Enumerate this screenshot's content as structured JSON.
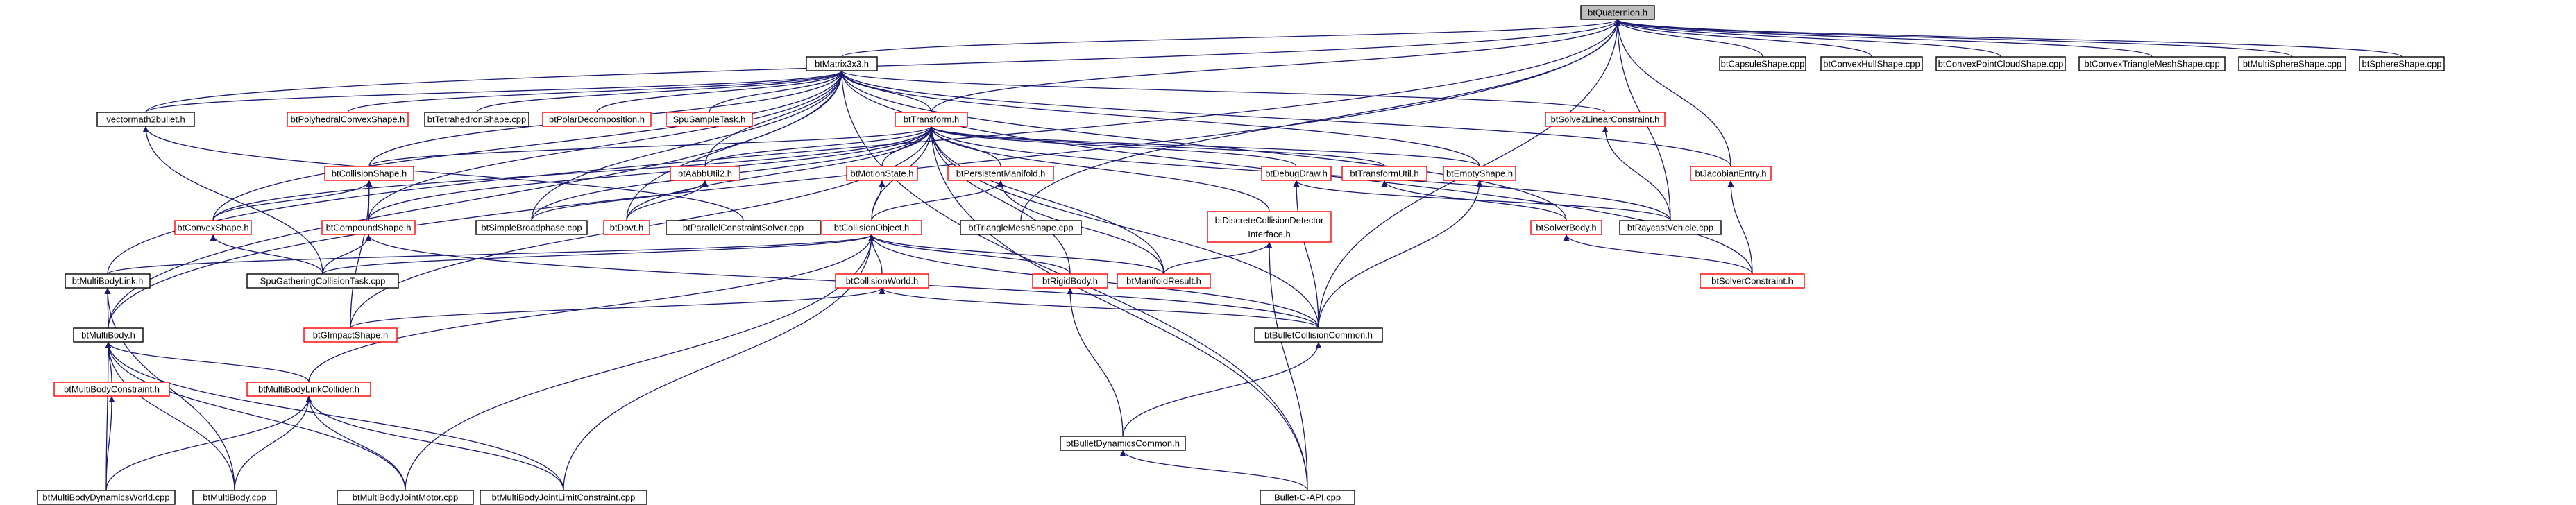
{
  "colors": {
    "normal_border": "#000000",
    "red_border": "#ff0000",
    "root_fill": "#bfbfbf",
    "edge": "#191970"
  },
  "nodes": [
    {
      "id": "btQuaternion",
      "label": "btQuaternion.h",
      "style": "root"
    },
    {
      "id": "btMatrix3x3",
      "label": "btMatrix3x3.h",
      "style": "normal"
    },
    {
      "id": "btCapsuleShape",
      "label": "btCapsuleShape.cpp",
      "style": "normal"
    },
    {
      "id": "btConvexHullShape",
      "label": "btConvexHullShape.cpp",
      "style": "normal"
    },
    {
      "id": "btConvexPointCloudShape",
      "label": "btConvexPointCloudShape.cpp",
      "style": "normal"
    },
    {
      "id": "btConvexTriangleMeshShape",
      "label": "btConvexTriangleMeshShape.cpp",
      "style": "normal"
    },
    {
      "id": "btMultiSphereShape",
      "label": "btMultiSphereShape.cpp",
      "style": "normal"
    },
    {
      "id": "btSphereShape",
      "label": "btSphereShape.cpp",
      "style": "normal"
    },
    {
      "id": "vectormath2bullet",
      "label": "vectormath2bullet.h",
      "style": "normal"
    },
    {
      "id": "btPolyhedralConvexShape",
      "label": "btPolyhedralConvexShape.h",
      "style": "red"
    },
    {
      "id": "btTetrahedronShape",
      "label": "btTetrahedronShape.cpp",
      "style": "normal"
    },
    {
      "id": "btPolarDecomposition",
      "label": "btPolarDecomposition.h",
      "style": "red"
    },
    {
      "id": "SpuSampleTask",
      "label": "SpuSampleTask.h",
      "style": "red"
    },
    {
      "id": "btTransform",
      "label": "btTransform.h",
      "style": "red"
    },
    {
      "id": "btSolve2LinearConstraint",
      "label": "btSolve2LinearConstraint.h",
      "style": "red"
    },
    {
      "id": "btCollisionShape",
      "label": "btCollisionShape.h",
      "style": "red"
    },
    {
      "id": "btAabbUtil2",
      "label": "btAabbUtil2.h",
      "style": "red"
    },
    {
      "id": "btMotionState",
      "label": "btMotionState.h",
      "style": "red"
    },
    {
      "id": "btPersistentManifold",
      "label": "btPersistentManifold.h",
      "style": "red"
    },
    {
      "id": "btDebugDraw",
      "label": "btDebugDraw.h",
      "style": "red"
    },
    {
      "id": "btTransformUtil",
      "label": "btTransformUtil.h",
      "style": "red"
    },
    {
      "id": "btEmptyShape",
      "label": "btEmptyShape.h",
      "style": "red"
    },
    {
      "id": "btJacobianEntry",
      "label": "btJacobianEntry.h",
      "style": "red"
    },
    {
      "id": "btConvexShape",
      "label": "btConvexShape.h",
      "style": "red"
    },
    {
      "id": "btCompoundShape",
      "label": "btCompoundShape.h",
      "style": "red"
    },
    {
      "id": "btSimpleBroadphase",
      "label": "btSimpleBroadphase.cpp",
      "style": "normal"
    },
    {
      "id": "btDbvt",
      "label": "btDbvt.h",
      "style": "red"
    },
    {
      "id": "btParallelConstraintSolver",
      "label": "btParallelConstraintSolver.cpp",
      "style": "normal"
    },
    {
      "id": "btCollisionObject",
      "label": "btCollisionObject.h",
      "style": "red"
    },
    {
      "id": "btTriangleMeshShape",
      "label": "btTriangleMeshShape.cpp",
      "style": "normal"
    },
    {
      "id": "btDiscreteCollisionDetectorInterface",
      "label": "btDiscreteCollisionDetector",
      "label2": "Interface.h",
      "style": "red"
    },
    {
      "id": "btSolverBody",
      "label": "btSolverBody.h",
      "style": "red"
    },
    {
      "id": "btRaycastVehicle",
      "label": "btRaycastVehicle.cpp",
      "style": "normal"
    },
    {
      "id": "btMultiBodyLink",
      "label": "btMultiBodyLink.h",
      "style": "normal"
    },
    {
      "id": "SpuGatheringCollisionTask",
      "label": "SpuGatheringCollisionTask.cpp",
      "style": "normal"
    },
    {
      "id": "btCollisionWorld",
      "label": "btCollisionWorld.h",
      "style": "red"
    },
    {
      "id": "btRigidBody",
      "label": "btRigidBody.h",
      "style": "red"
    },
    {
      "id": "btManifoldResult",
      "label": "btManifoldResult.h",
      "style": "red"
    },
    {
      "id": "btSolverConstraint",
      "label": "btSolverConstraint.h",
      "style": "red"
    },
    {
      "id": "btMultiBody",
      "label": "btMultiBody.h",
      "style": "normal"
    },
    {
      "id": "btGImpactShape",
      "label": "btGImpactShape.h",
      "style": "red"
    },
    {
      "id": "btBulletCollisionCommon",
      "label": "btBulletCollisionCommon.h",
      "style": "normal"
    },
    {
      "id": "btMultiBodyConstraint",
      "label": "btMultiBodyConstraint.h",
      "style": "red"
    },
    {
      "id": "btMultiBodyLinkCollider",
      "label": "btMultiBodyLinkCollider.h",
      "style": "red"
    },
    {
      "id": "btBulletDynamicsCommon",
      "label": "btBulletDynamicsCommon.h",
      "style": "normal"
    },
    {
      "id": "btMultiBodyDynamicsWorld",
      "label": "btMultiBodyDynamicsWorld.cpp",
      "style": "normal"
    },
    {
      "id": "btMultiBodyCpp",
      "label": "btMultiBody.cpp",
      "style": "normal"
    },
    {
      "id": "btMultiBodyJointMotor",
      "label": "btMultiBodyJointMotor.cpp",
      "style": "normal"
    },
    {
      "id": "btMultiBodyJointLimitConstraint",
      "label": "btMultiBodyJointLimitConstraint.cpp",
      "style": "normal"
    },
    {
      "id": "BulletCAPI",
      "label": "Bullet-C-API.cpp",
      "style": "normal"
    }
  ],
  "edges": [
    [
      "btMatrix3x3",
      "btQuaternion"
    ],
    [
      "btCapsuleShape",
      "btQuaternion"
    ],
    [
      "btConvexHullShape",
      "btQuaternion"
    ],
    [
      "btConvexPointCloudShape",
      "btQuaternion"
    ],
    [
      "btConvexTriangleMeshShape",
      "btQuaternion"
    ],
    [
      "btMultiSphereShape",
      "btQuaternion"
    ],
    [
      "btSphereShape",
      "btQuaternion"
    ],
    [
      "vectormath2bullet",
      "btQuaternion"
    ],
    [
      "btTransform",
      "btQuaternion"
    ],
    [
      "btRaycastVehicle",
      "btQuaternion"
    ],
    [
      "btJacobianEntry",
      "btQuaternion"
    ],
    [
      "btBulletCollisionCommon",
      "btQuaternion"
    ],
    [
      "btMultiBody",
      "btQuaternion"
    ],
    [
      "btMultiBodyLink",
      "btQuaternion"
    ],
    [
      "btTriangleMeshShape",
      "btQuaternion"
    ],
    [
      "btTransform",
      "btMatrix3x3"
    ],
    [
      "vectormath2bullet",
      "btMatrix3x3"
    ],
    [
      "btPolyhedralConvexShape",
      "btMatrix3x3"
    ],
    [
      "btTetrahedronShape",
      "btMatrix3x3"
    ],
    [
      "btPolarDecomposition",
      "btMatrix3x3"
    ],
    [
      "SpuSampleTask",
      "btMatrix3x3"
    ],
    [
      "btSolve2LinearConstraint",
      "btMatrix3x3"
    ],
    [
      "btCollisionShape",
      "btMatrix3x3"
    ],
    [
      "btAabbUtil2",
      "btMatrix3x3"
    ],
    [
      "btEmptyShape",
      "btMatrix3x3"
    ],
    [
      "btJacobianEntry",
      "btMatrix3x3"
    ],
    [
      "btConvexShape",
      "btMatrix3x3"
    ],
    [
      "btCompoundShape",
      "btMatrix3x3"
    ],
    [
      "btSimpleBroadphase",
      "btMatrix3x3"
    ],
    [
      "btDbvt",
      "btMatrix3x3"
    ],
    [
      "btSolverBody",
      "btMatrix3x3"
    ],
    [
      "btSolverConstraint",
      "btMatrix3x3"
    ],
    [
      "btMultiBody",
      "btMatrix3x3"
    ],
    [
      "BulletCAPI",
      "btMatrix3x3"
    ],
    [
      "btCollisionShape",
      "btTransform"
    ],
    [
      "btAabbUtil2",
      "btTransform"
    ],
    [
      "btMotionState",
      "btTransform"
    ],
    [
      "btPersistentManifold",
      "btTransform"
    ],
    [
      "btDebugDraw",
      "btTransform"
    ],
    [
      "btTransformUtil",
      "btTransform"
    ],
    [
      "btEmptyShape",
      "btTransform"
    ],
    [
      "btConvexShape",
      "btTransform"
    ],
    [
      "btCompoundShape",
      "btTransform"
    ],
    [
      "btSimpleBroadphase",
      "btTransform"
    ],
    [
      "btDbvt",
      "btTransform"
    ],
    [
      "btCollisionObject",
      "btTransform"
    ],
    [
      "btDiscreteCollisionDetectorInterface",
      "btTransform"
    ],
    [
      "btRigidBody",
      "btTransform"
    ],
    [
      "btManifoldResult",
      "btTransform"
    ],
    [
      "btGImpactShape",
      "btTransform"
    ],
    [
      "btBulletCollisionCommon",
      "btTransform"
    ],
    [
      "btRaycastVehicle",
      "btTransform"
    ],
    [
      "BulletCAPI",
      "btTransform"
    ],
    [
      "SpuGatheringCollisionTask",
      "vectormath2bullet"
    ],
    [
      "btParallelConstraintSolver",
      "vectormath2bullet"
    ],
    [
      "btConvexShape",
      "btCollisionShape"
    ],
    [
      "btCompoundShape",
      "btCollisionShape"
    ],
    [
      "btGImpactShape",
      "btCollisionShape"
    ],
    [
      "btSimpleBroadphase",
      "btAabbUtil2"
    ],
    [
      "btDbvt",
      "btAabbUtil2"
    ],
    [
      "btCollisionObject",
      "btMotionState"
    ],
    [
      "btCollisionObject",
      "btPersistentManifold"
    ],
    [
      "btManifoldResult",
      "btPersistentManifold"
    ],
    [
      "btBulletCollisionCommon",
      "btDebugDraw"
    ],
    [
      "btRaycastVehicle",
      "btDebugDraw"
    ],
    [
      "btSolverBody",
      "btTransformUtil"
    ],
    [
      "btBulletCollisionCommon",
      "btEmptyShape"
    ],
    [
      "btRaycastVehicle",
      "btSolve2LinearConstraint"
    ],
    [
      "btSolverConstraint",
      "btJacobianEntry"
    ],
    [
      "SpuGatheringCollisionTask",
      "btConvexShape"
    ],
    [
      "SpuGatheringCollisionTask",
      "btCompoundShape"
    ],
    [
      "btBulletCollisionCommon",
      "btCompoundShape"
    ],
    [
      "btCollisionWorld",
      "btCollisionObject"
    ],
    [
      "btRigidBody",
      "btCollisionObject"
    ],
    [
      "btManifoldResult",
      "btCollisionObject"
    ],
    [
      "btBulletCollisionCommon",
      "btCollisionObject"
    ],
    [
      "btMultiBodyLink",
      "btCollisionObject"
    ],
    [
      "SpuGatheringCollisionTask",
      "btCollisionObject"
    ],
    [
      "btMultiBodyLinkCollider",
      "btCollisionObject"
    ],
    [
      "btMultiBodyJointMotor",
      "btCollisionObject"
    ],
    [
      "btMultiBodyJointLimitConstraint",
      "btCollisionObject"
    ],
    [
      "btManifoldResult",
      "btDiscreteCollisionDetectorInterface"
    ],
    [
      "BulletCAPI",
      "btDiscreteCollisionDetectorInterface"
    ],
    [
      "btSolverConstraint",
      "btSolverBody"
    ],
    [
      "btMultiBody",
      "btMultiBodyLink"
    ],
    [
      "btMultiBodyCpp",
      "btMultiBodyLink"
    ],
    [
      "btBulletCollisionCommon",
      "btCollisionWorld"
    ],
    [
      "btGImpactShape",
      "btCollisionWorld"
    ],
    [
      "btBulletDynamicsCommon",
      "btRigidBody"
    ],
    [
      "btBulletDynamicsCommon",
      "btBulletCollisionCommon"
    ],
    [
      "BulletCAPI",
      "btBulletDynamicsCommon"
    ],
    [
      "btMultiBodyConstraint",
      "btMultiBody"
    ],
    [
      "btMultiBodyLinkCollider",
      "btMultiBody"
    ],
    [
      "btMultiBodyDynamicsWorld",
      "btMultiBody"
    ],
    [
      "btMultiBodyCpp",
      "btMultiBody"
    ],
    [
      "btMultiBodyJointMotor",
      "btMultiBody"
    ],
    [
      "btMultiBodyJointLimitConstraint",
      "btMultiBody"
    ],
    [
      "btMultiBodyDynamicsWorld",
      "btMultiBodyConstraint"
    ],
    [
      "btMultiBodyDynamicsWorld",
      "btMultiBodyLinkCollider"
    ],
    [
      "btMultiBodyCpp",
      "btMultiBodyLinkCollider"
    ],
    [
      "btMultiBodyJointMotor",
      "btMultiBodyLinkCollider"
    ],
    [
      "btMultiBodyJointLimitConstraint",
      "btMultiBodyLinkCollider"
    ]
  ]
}
